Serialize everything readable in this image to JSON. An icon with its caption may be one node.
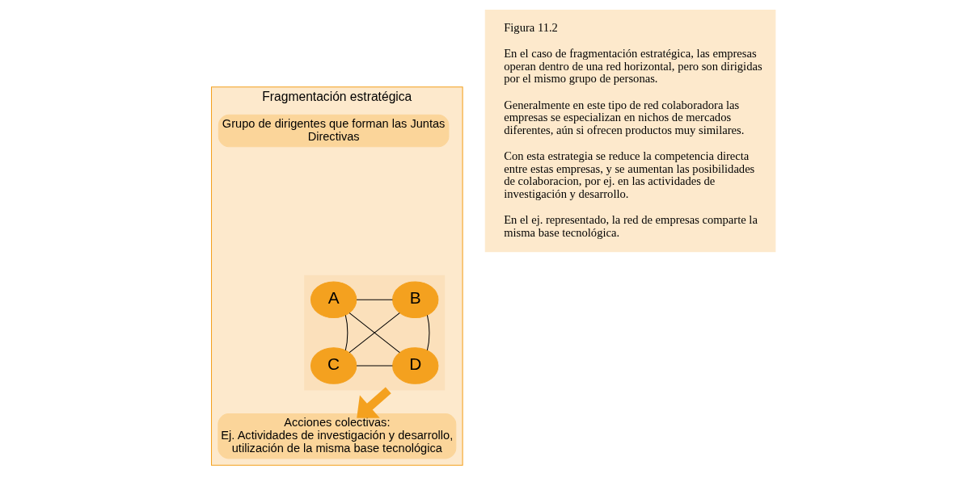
{
  "diagram": {
    "nodes": [
      {
        "text": [
          "Fragmentación estratégica"
        ]
      },
      {
        "text": [
          "Grupo de dirigentes que forman las Juntas Directivas"
        ],
        "in": 0
      },
      {
        "text": [],
        "shape": "trapezoid",
        "in": 0
      },
      {
        "text": [
          "A"
        ],
        "in": 2
      },
      {
        "text": [
          "B"
        ],
        "in": 2
      },
      {
        "text": [
          "C"
        ],
        "in": 2
      },
      {
        "text": [
          "D"
        ],
        "in": 2
      },
      {
        "text": [
          "Acciones colectivas:",
          "Ej. Actividades de investigación y desarrollo, utilización de la misma base tecnológica"
        ],
        "in": 0
      },
      {
        "text": [
          "Figura 11.2",
          "En el caso de fragmentación estratégica, las empresas operan dentro de una red horizontal, pero son dirigidas por el mismo grupo de personas.",
          "Generalmente en este tipo de red colaboradora las empresas se especializan en nichos de mercados diferentes, aún si ofrecen productos muy similares.",
          "Con esta estrategia se reduce la competencia directa entre estas empresas, y se aumentan las posibilidades de colaboracion, por ej. en las actividades de investigación y desarrollo.",
          "En el ej. representado, la red de empresas comparte la misma base tecnológica."
        ]
      }
    ],
    "edges": [
      {
        "from": 3,
        "to": 4,
        "arrow": "none"
      },
      {
        "from": 3,
        "to": 5,
        "arrow": "none"
      },
      {
        "from": 3,
        "to": 6,
        "arrow": "none"
      },
      {
        "from": 4,
        "to": 5,
        "arrow": "none"
      },
      {
        "from": 4,
        "to": 6,
        "arrow": "none"
      },
      {
        "from": 5,
        "to": 6,
        "arrow": "none"
      },
      {
        "from": 2,
        "to": 7,
        "arrow": "to",
        "style": "thick",
        "color": "#f4a11f"
      }
    ]
  }
}
